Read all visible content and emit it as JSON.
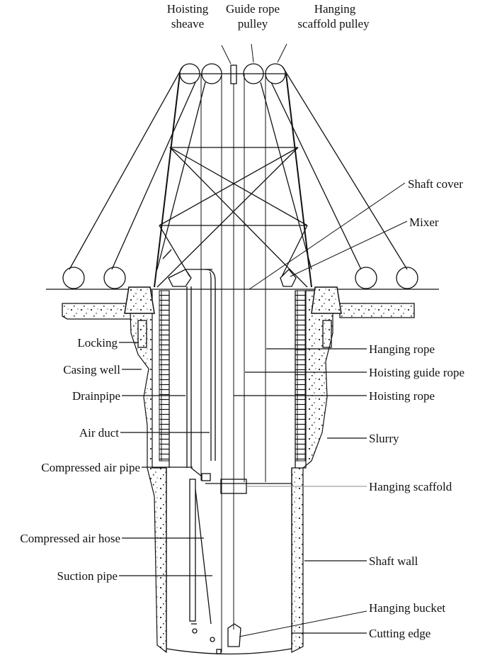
{
  "labels": {
    "hoisting_sheave_1": "Hoisting",
    "hoisting_sheave_2": "sheave",
    "guide_rope_pulley_1": "Guide rope",
    "guide_rope_pulley_2": "pulley",
    "hanging_scaffold_pulley_1": "Hanging",
    "hanging_scaffold_pulley_2": "scaffold pulley",
    "shaft_cover": "Shaft cover",
    "mixer": "Mixer",
    "locking": "Locking",
    "casing_well": "Casing well",
    "drainpipe": "Drainpipe",
    "air_duct": "Air duct",
    "compressed_air_pipe": "Compressed air pipe",
    "compressed_air_hose": "Compressed air hose",
    "suction_pipe": "Suction pipe",
    "hanging_rope": "Hanging rope",
    "hoisting_guide_rope": "Hoisting guide rope",
    "hoisting_rope": "Hoisting rope",
    "slurry": "Slurry",
    "hanging_scaffold": "Hanging scaffold",
    "shaft_wall": "Shaft wall",
    "hanging_bucket": "Hanging bucket",
    "cutting_edge": "Cutting edge"
  }
}
